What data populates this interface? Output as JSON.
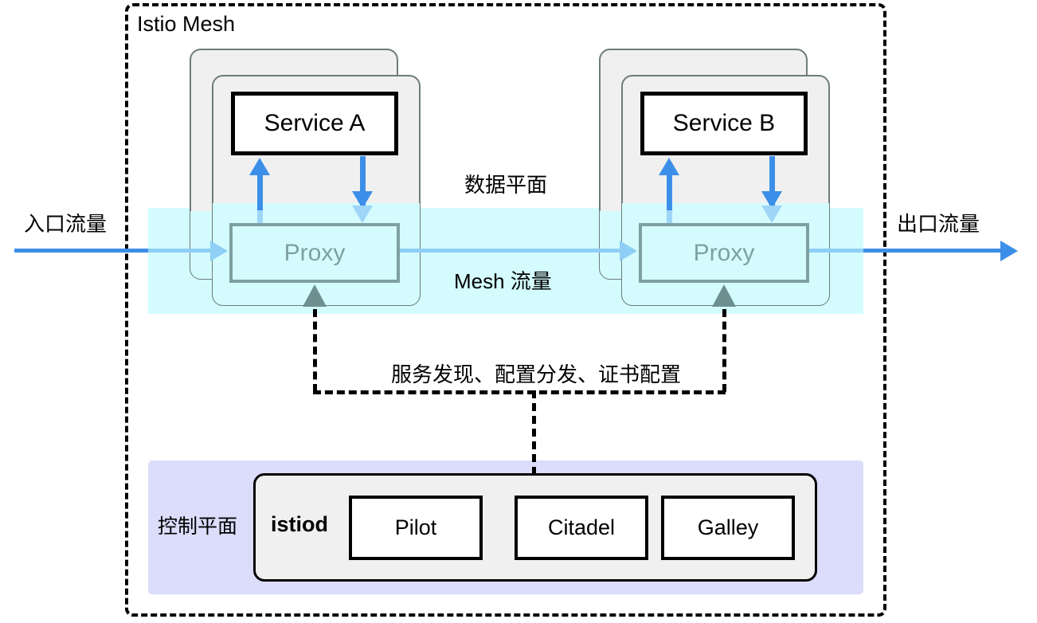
{
  "diagram": {
    "title": "Istio Mesh",
    "mesh_boundary_style": "dashed",
    "colors": {
      "mesh_border": "#000000",
      "data_plane_band": "#d4fcff",
      "control_plane_band": "#dcdcfb",
      "pod_card": "#f0f0f0",
      "pod_border": "#6d7c7c",
      "proxy_border": "#7fa0a0",
      "proxy_text": "#7fa0a0",
      "traffic_blue": "#3c8fe8",
      "traffic_blue_pale": "#8fcff5",
      "control_connector": "#6d8f8f"
    }
  },
  "traffic": {
    "ingress_label": "入口流量",
    "egress_label": "出口流量",
    "mesh_traffic_label": "Mesh 流量"
  },
  "data_plane": {
    "label": "数据平面",
    "pods": [
      {
        "service_label": "Service A",
        "proxy_label": "Proxy"
      },
      {
        "service_label": "Service B",
        "proxy_label": "Proxy"
      }
    ]
  },
  "control_plane": {
    "label": "控制平面",
    "istiod_label": "istiod",
    "components": [
      {
        "label": "Pilot"
      },
      {
        "label": "Citadel"
      },
      {
        "label": "Galley"
      }
    ],
    "connector_label": "服务发现、配置分发、证书配置"
  }
}
